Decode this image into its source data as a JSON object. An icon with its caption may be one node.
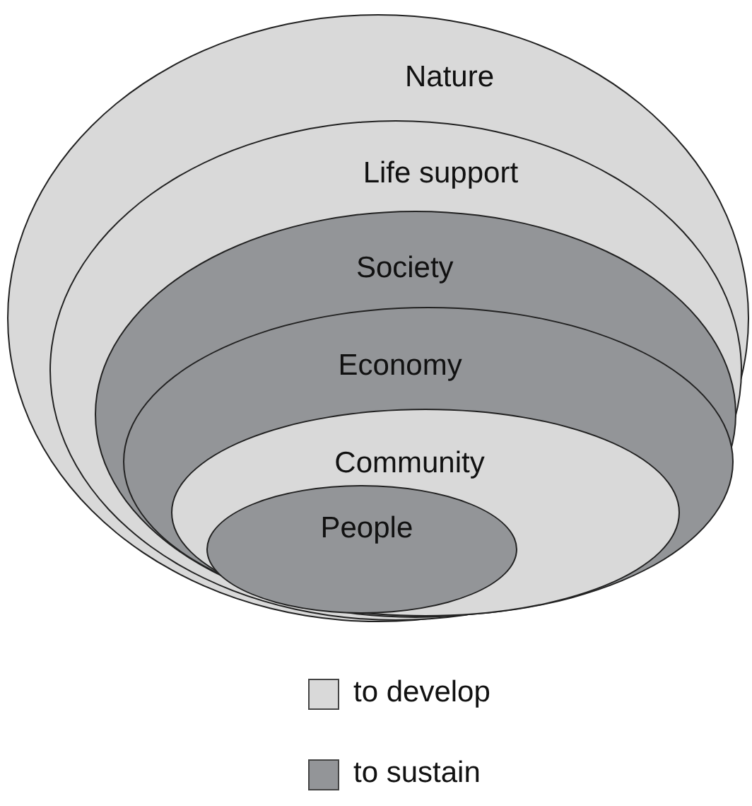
{
  "diagram": {
    "nodes": [
      {
        "text": [
          "Nature"
        ]
      },
      {
        "text": [
          "Life support"
        ],
        "in": 0
      },
      {
        "text": [
          "Society"
        ],
        "in": 1
      },
      {
        "text": [
          "Economy"
        ],
        "in": 2
      },
      {
        "text": [
          "Community"
        ],
        "in": 3
      },
      {
        "text": [
          "People"
        ],
        "in": 4
      }
    ],
    "legend": [
      {
        "text": "to develop",
        "color": "#d9d9d9"
      },
      {
        "text": "to sustain",
        "color": "#939598"
      }
    ]
  }
}
